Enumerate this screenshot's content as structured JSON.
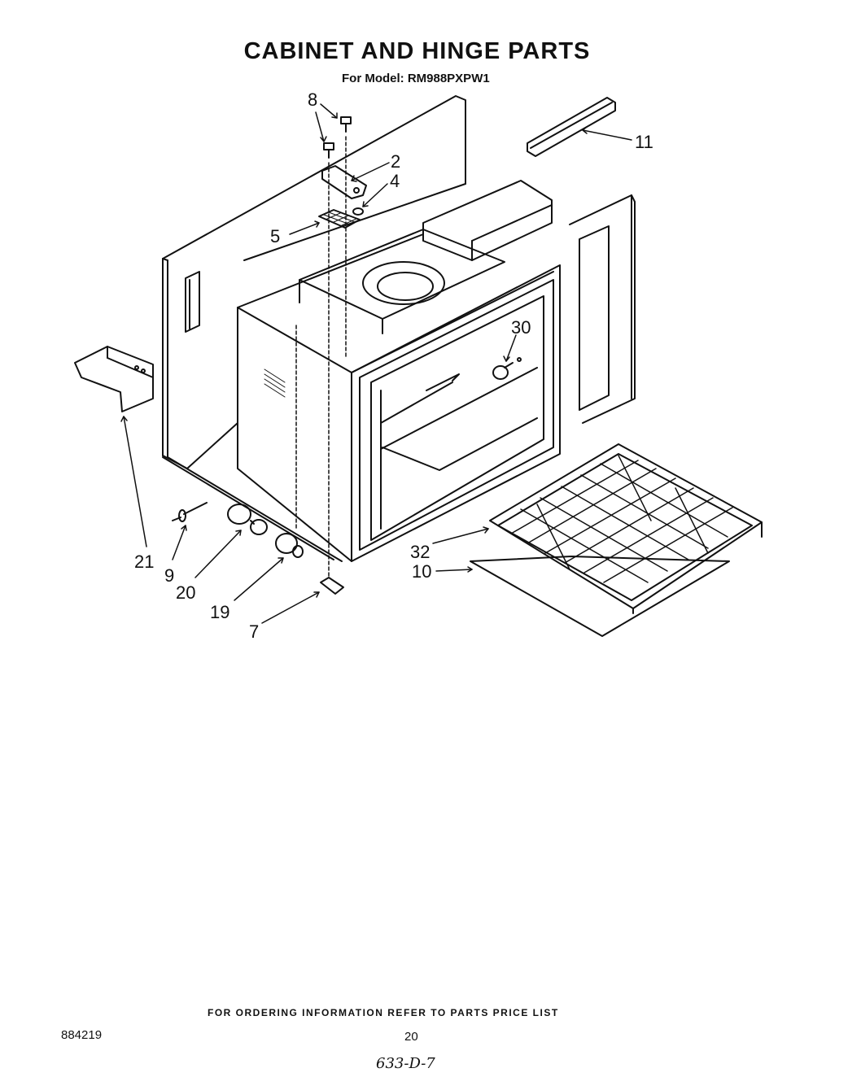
{
  "title": "CABINET AND HINGE PARTS",
  "subtitle": "For Model: RM988PXPW1",
  "callouts": {
    "c8": "8",
    "c2": "2",
    "c4": "4",
    "c11": "11",
    "c5": "5",
    "c30": "30",
    "c21": "21",
    "c9": "9",
    "c20": "20",
    "c19": "19",
    "c7": "7",
    "c32": "32",
    "c10": "10"
  },
  "footer": {
    "note": "FOR ORDERING INFORMATION REFER TO PARTS PRICE LIST",
    "doc_number": "884219",
    "page_number": "20",
    "handwritten": "633-D-7"
  }
}
